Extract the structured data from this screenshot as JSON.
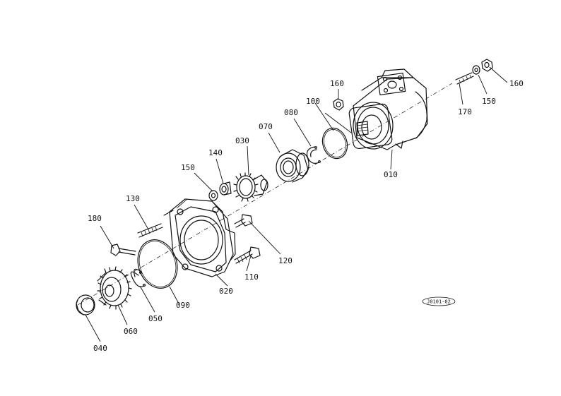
{
  "diagram": {
    "drawing_ref": "J0101-02",
    "callouts": [
      {
        "id": "c010",
        "text": "010"
      },
      {
        "id": "c020",
        "text": "020"
      },
      {
        "id": "c030",
        "text": "030"
      },
      {
        "id": "c040",
        "text": "040"
      },
      {
        "id": "c050",
        "text": "050"
      },
      {
        "id": "c060",
        "text": "060"
      },
      {
        "id": "c070",
        "text": "070"
      },
      {
        "id": "c080",
        "text": "080"
      },
      {
        "id": "c090",
        "text": "090"
      },
      {
        "id": "c100",
        "text": "100"
      },
      {
        "id": "c110",
        "text": "110"
      },
      {
        "id": "c120",
        "text": "120"
      },
      {
        "id": "c130",
        "text": "130"
      },
      {
        "id": "c140",
        "text": "140"
      },
      {
        "id": "c150a",
        "text": "150"
      },
      {
        "id": "c150b",
        "text": "150"
      },
      {
        "id": "c160a",
        "text": "160"
      },
      {
        "id": "c160b",
        "text": "160"
      },
      {
        "id": "c170",
        "text": "170"
      },
      {
        "id": "c180",
        "text": "180"
      }
    ]
  }
}
